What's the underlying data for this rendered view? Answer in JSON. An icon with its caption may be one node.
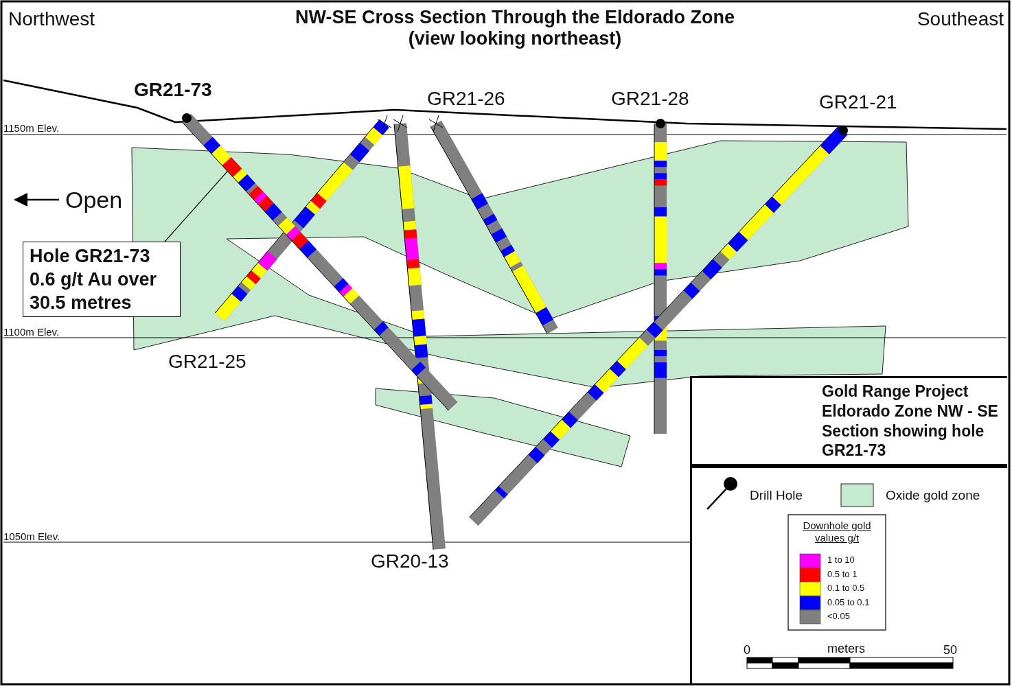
{
  "diagram": {
    "title": "NW-SE Cross Section Through the Eldorado Zone (view looking northeast)",
    "nodes": [
      {
        "text": [
          "Hole GR21-73 0.6 g/t Au over 30.5 metres"
        ]
      },
      {
        "text": [],
        "shape": "bar"
      },
      {
        "text": [
          "Gold Range Project Eldorado Zone NW - SE Section showing hole GR21-73"
        ]
      }
    ],
    "edges": [
      {
        "from": 0,
        "to": 1,
        "arrow": "none"
      }
    ],
    "labels": [
      "Northwest",
      "Southeast",
      "GR21-73",
      "GR21-26",
      "GR21-28",
      "GR21-21",
      "1150m Elev.",
      "Open",
      "1100m Elev.",
      "GR21-25",
      "1050m Elev.",
      "GR20-13",
      "Downhole gold values g/t",
      "0",
      "meters",
      "50"
    ],
    "legend": [
      {
        "text": "Drill Hole"
      },
      {
        "text": "Oxide gold zone",
        "color": "#c6ead0"
      },
      {
        "text": "1 to 10",
        "color": "#ff00ff"
      },
      {
        "text": "0.5 to 1",
        "color": "#ff0000"
      },
      {
        "text": "0.1 to 0.5",
        "color": "#ffff00"
      },
      {
        "text": "0.05 to 0.1",
        "color": "#0000ff"
      },
      {
        "text": "<0.05",
        "color": "#808080"
      }
    ]
  }
}
